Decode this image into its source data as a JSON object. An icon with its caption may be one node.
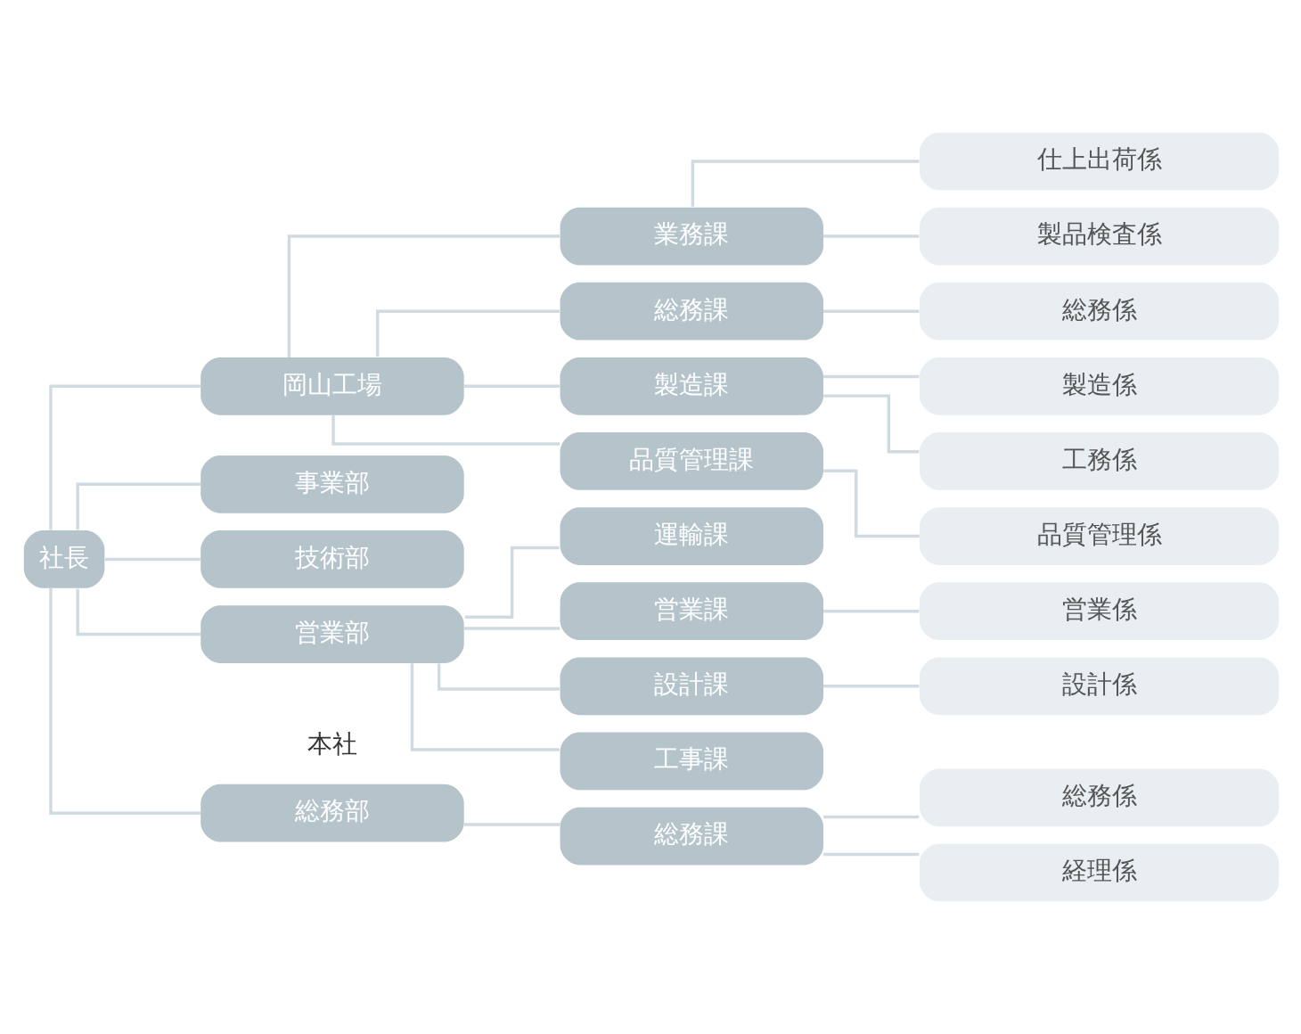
{
  "diagram": {
    "nodes": [
      {
        "text": [
          "社長"
        ]
      },
      {
        "text": [
          "総務部"
        ]
      },
      {
        "text": [
          "技術部"
        ]
      },
      {
        "text": [
          "営業部"
        ]
      },
      {
        "text": [
          "岡山工場"
        ]
      },
      {
        "text": [
          "事業部"
        ]
      },
      {
        "text": [
          "総務課"
        ]
      },
      {
        "text": [
          "営業課"
        ]
      },
      {
        "text": [
          "設計課"
        ]
      },
      {
        "text": [
          "工事課"
        ]
      },
      {
        "text": [
          "運輸課"
        ]
      },
      {
        "text": [
          "総務課"
        ]
      },
      {
        "text": [
          "製造課"
        ]
      },
      {
        "text": [
          "品質管理課"
        ]
      },
      {
        "text": [
          "業務課"
        ]
      },
      {
        "text": [
          "総務係"
        ]
      },
      {
        "text": [
          "経理係"
        ]
      },
      {
        "text": [
          "営業係"
        ]
      },
      {
        "text": [
          "設計係"
        ]
      },
      {
        "text": [
          "総務係"
        ]
      },
      {
        "text": [
          "製造係"
        ]
      },
      {
        "text": [
          "工務係"
        ]
      },
      {
        "text": [
          "品質管理係"
        ]
      },
      {
        "text": [
          "仕上出荷係"
        ]
      },
      {
        "text": [
          "製品検査係"
        ]
      }
    ],
    "edges": [
      {
        "from": 0,
        "to": 1,
        "arrow": "none"
      },
      {
        "from": 0,
        "to": 2,
        "arrow": "none"
      },
      {
        "from": 0,
        "to": 3,
        "arrow": "none"
      },
      {
        "from": 0,
        "to": 4,
        "arrow": "none"
      },
      {
        "from": 0,
        "to": 5,
        "arrow": "none"
      },
      {
        "from": 1,
        "to": 6,
        "arrow": "none"
      },
      {
        "from": 3,
        "to": 7,
        "arrow": "none"
      },
      {
        "from": 3,
        "to": 8,
        "arrow": "none"
      },
      {
        "from": 3,
        "to": 9,
        "arrow": "none"
      },
      {
        "from": 3,
        "to": 10,
        "arrow": "none"
      },
      {
        "from": 4,
        "to": 11,
        "arrow": "none"
      },
      {
        "from": 4,
        "to": 12,
        "arrow": "none"
      },
      {
        "from": 4,
        "to": 13,
        "arrow": "none"
      },
      {
        "from": 4,
        "to": 14,
        "arrow": "none"
      },
      {
        "from": 6,
        "to": 15,
        "arrow": "none"
      },
      {
        "from": 6,
        "to": 16,
        "arrow": "none"
      },
      {
        "from": 7,
        "to": 17,
        "arrow": "none"
      },
      {
        "from": 8,
        "to": 18,
        "arrow": "none"
      },
      {
        "from": 11,
        "to": 19,
        "arrow": "none"
      },
      {
        "from": 12,
        "to": 20,
        "arrow": "none"
      },
      {
        "from": 12,
        "to": 21,
        "arrow": "none"
      },
      {
        "from": 13,
        "to": 22,
        "arrow": "none"
      },
      {
        "from": 14,
        "to": 23,
        "arrow": "none"
      },
      {
        "from": 14,
        "to": 24,
        "arrow": "none"
      }
    ],
    "labels": [
      "本社"
    ]
  }
}
